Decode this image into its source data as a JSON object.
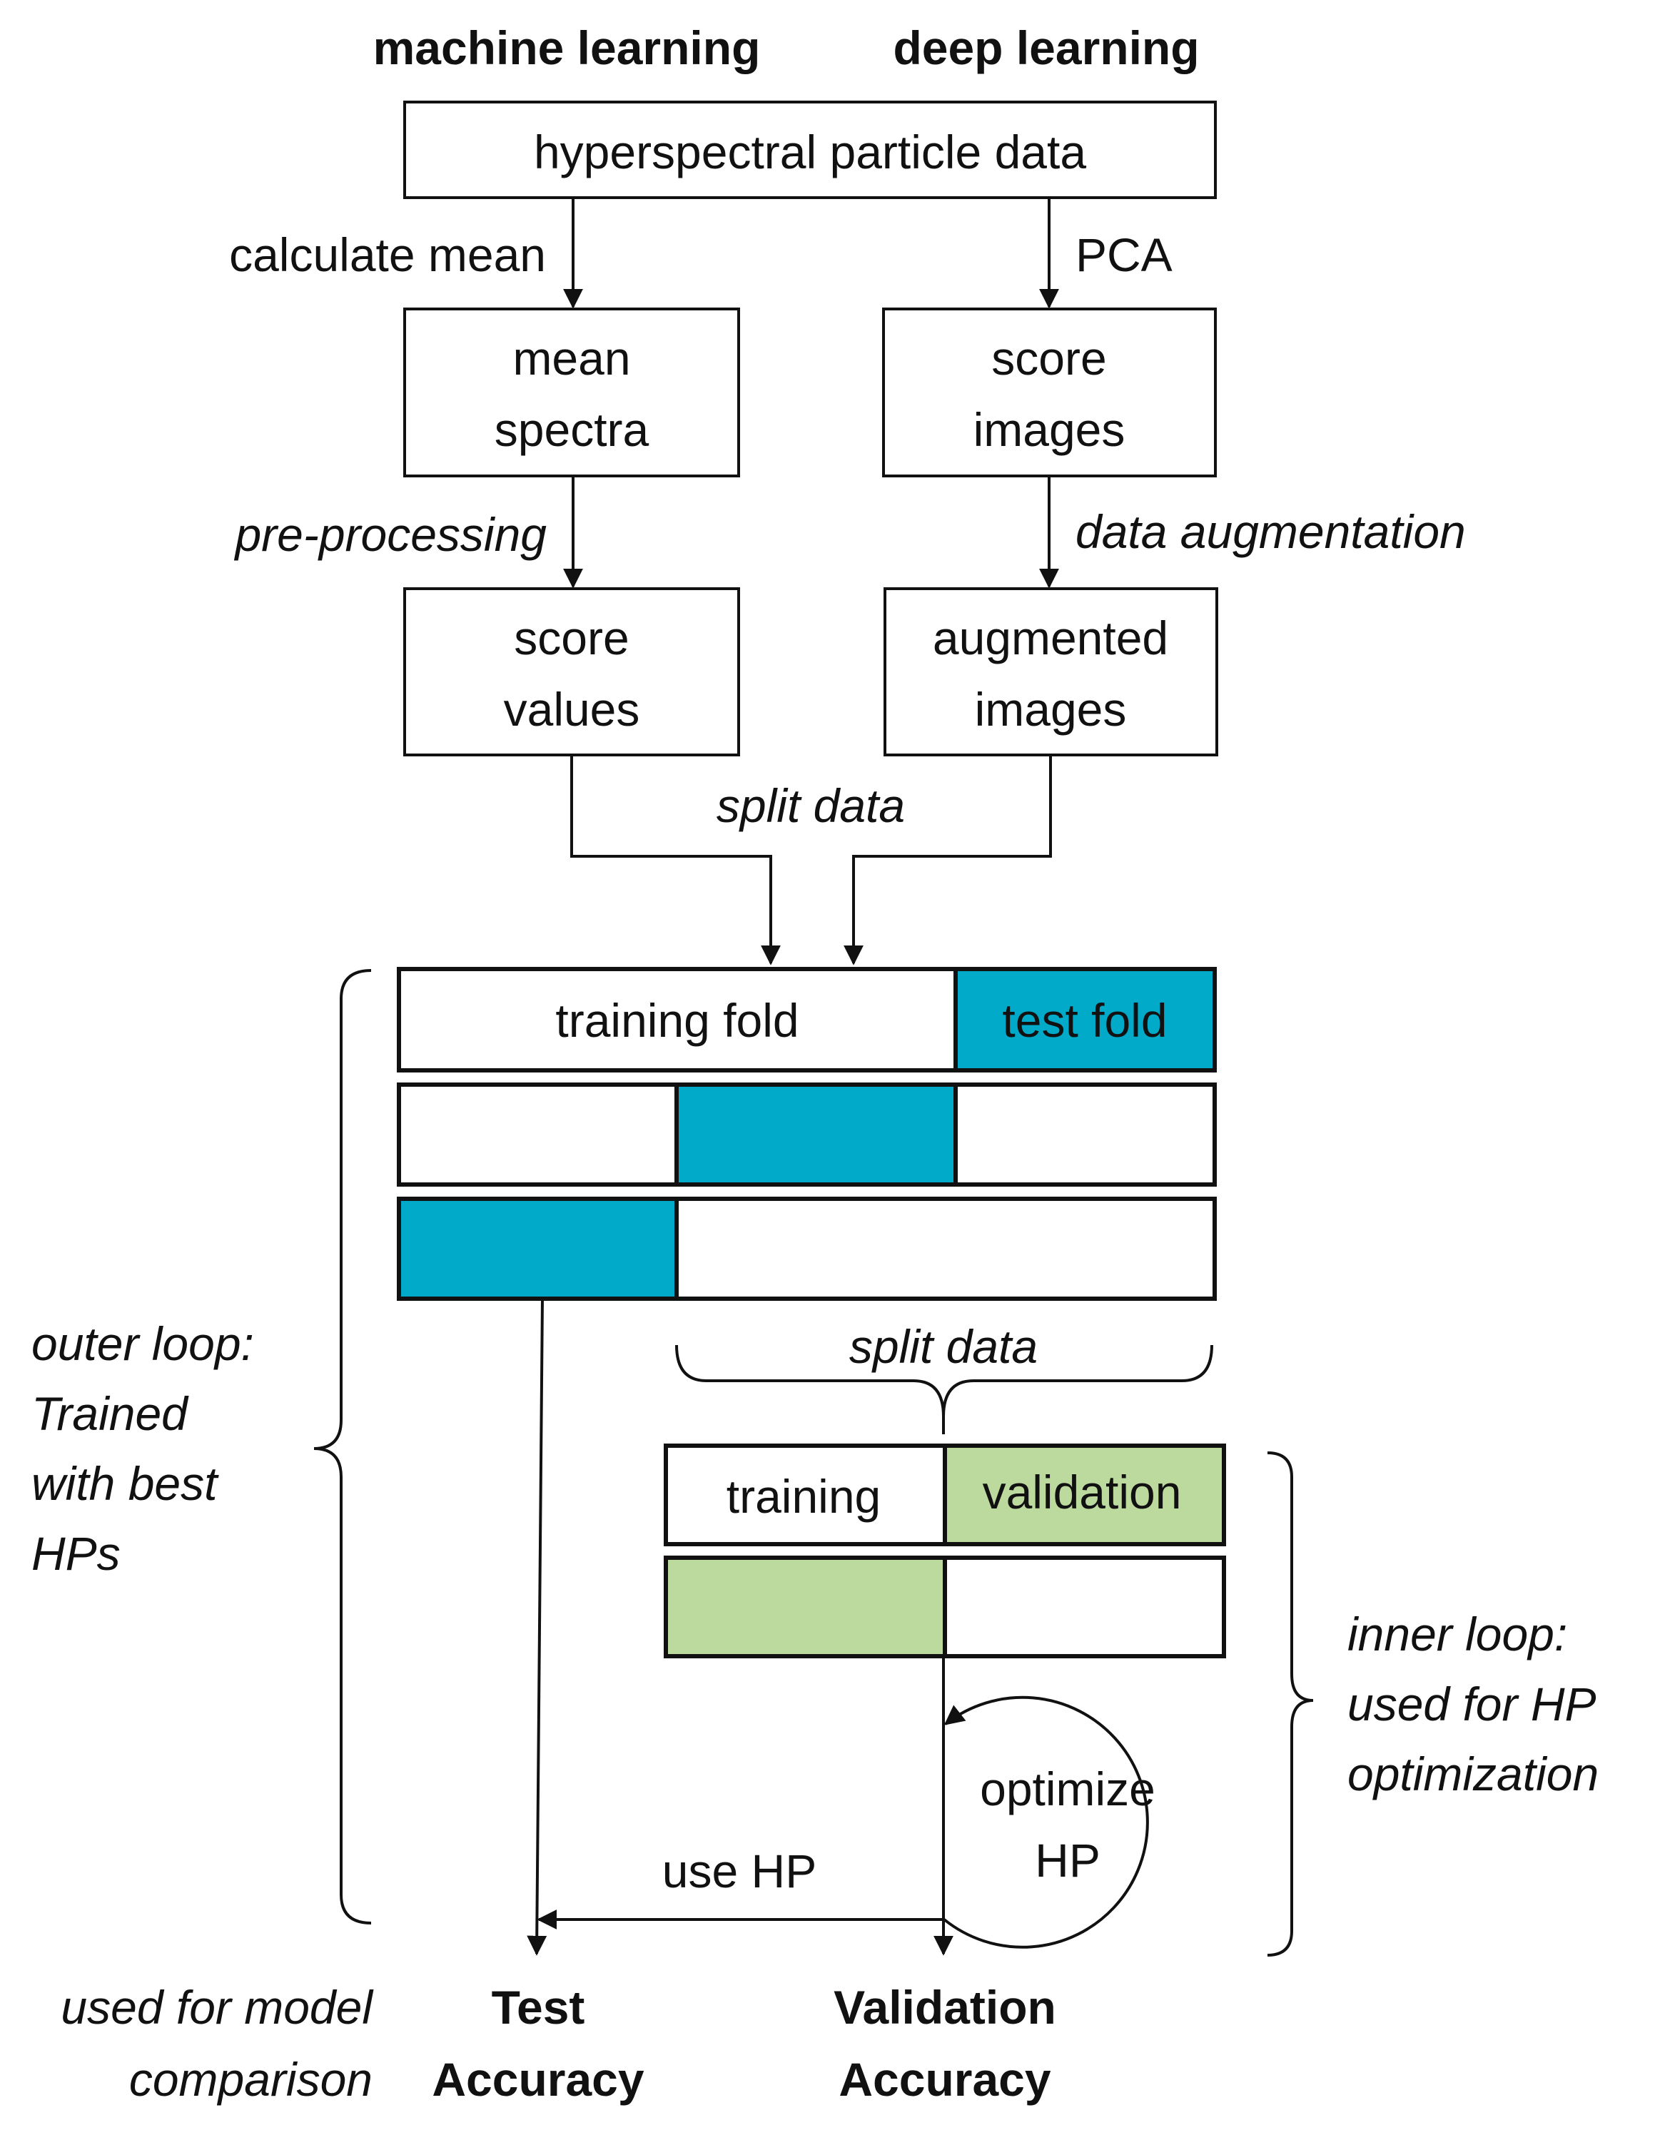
{
  "headers": {
    "machine_learning": "machine learning",
    "deep_learning": "deep learning"
  },
  "boxes": {
    "hyperspectral": "hyperspectral particle  data",
    "mean_spectra": [
      "mean",
      "spectra"
    ],
    "score_images": [
      "score",
      "images"
    ],
    "score_values": [
      "score",
      "values"
    ],
    "augmented_images": [
      "augmented",
      "images"
    ]
  },
  "edge_labels": {
    "calculate_mean": "calculate mean",
    "pca": "PCA",
    "pre_processing": "pre-processing",
    "data_augmentation": "data augmentation",
    "split_data_top": "split data",
    "split_data_inner": "split data",
    "use_hp": "use HP"
  },
  "outer_folds": {
    "training_fold": "training fold",
    "test_fold": "test fold",
    "test_color": "#00AAC8"
  },
  "inner_folds": {
    "training": "training",
    "validation": "validation",
    "validation_color": "#BDDA9E"
  },
  "optimize": [
    "optimize",
    "HP"
  ],
  "side_notes": {
    "outer_loop": [
      "outer loop:",
      "Trained",
      "with best",
      "HPs"
    ],
    "inner_loop": [
      "inner loop:",
      "used for HP",
      "optimization"
    ],
    "model_comparison": [
      "used for model",
      "comparison"
    ]
  },
  "results": {
    "test_accuracy": [
      "Test",
      "Accuracy"
    ],
    "validation_accuracy": [
      "Validation",
      "Accuracy"
    ]
  }
}
